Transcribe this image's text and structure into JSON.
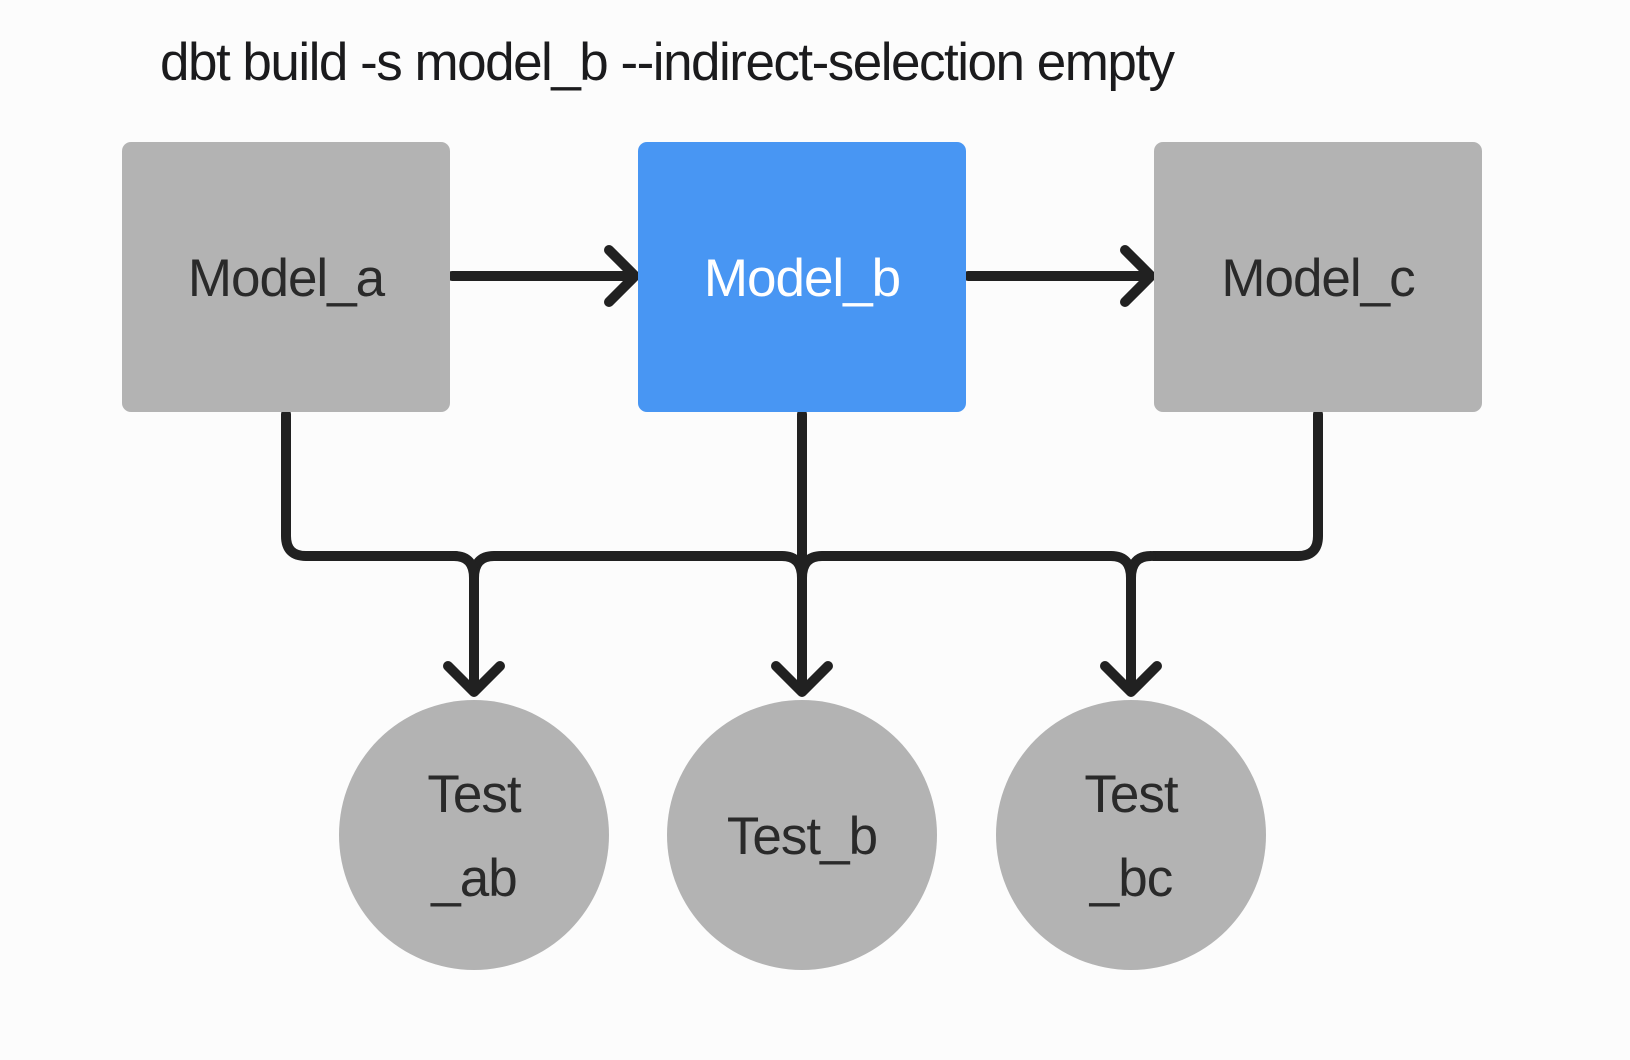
{
  "title": "dbt build -s model_b --indirect-selection empty",
  "colors": {
    "background": "#fcfcfc",
    "node_gray": "#b3b3b3",
    "node_selected_blue": "#4896f3",
    "edge": "#212121",
    "title_text": "#1b1b1d",
    "node_text_dark": "#2a2a2a",
    "node_text_light": "#ffffff"
  },
  "nodes": {
    "models": [
      {
        "id": "model_a",
        "label": "Model_a",
        "selected": false
      },
      {
        "id": "model_b",
        "label": "Model_b",
        "selected": true
      },
      {
        "id": "model_c",
        "label": "Model_c",
        "selected": false
      }
    ],
    "tests": [
      {
        "id": "test_ab",
        "label_line1": "Test",
        "label_line2": "_ab"
      },
      {
        "id": "test_b",
        "label": "Test_b"
      },
      {
        "id": "test_bc",
        "label_line1": "Test",
        "label_line2": "_bc"
      }
    ]
  },
  "edges": [
    {
      "from": "Model_a",
      "to": "Model_b"
    },
    {
      "from": "Model_b",
      "to": "Model_c"
    },
    {
      "from": "Model_a",
      "to": "Test_ab"
    },
    {
      "from": "Model_b",
      "to": "Test_ab"
    },
    {
      "from": "Model_b",
      "to": "Test_b"
    },
    {
      "from": "Model_b",
      "to": "Test_bc"
    },
    {
      "from": "Model_c",
      "to": "Test_bc"
    }
  ]
}
